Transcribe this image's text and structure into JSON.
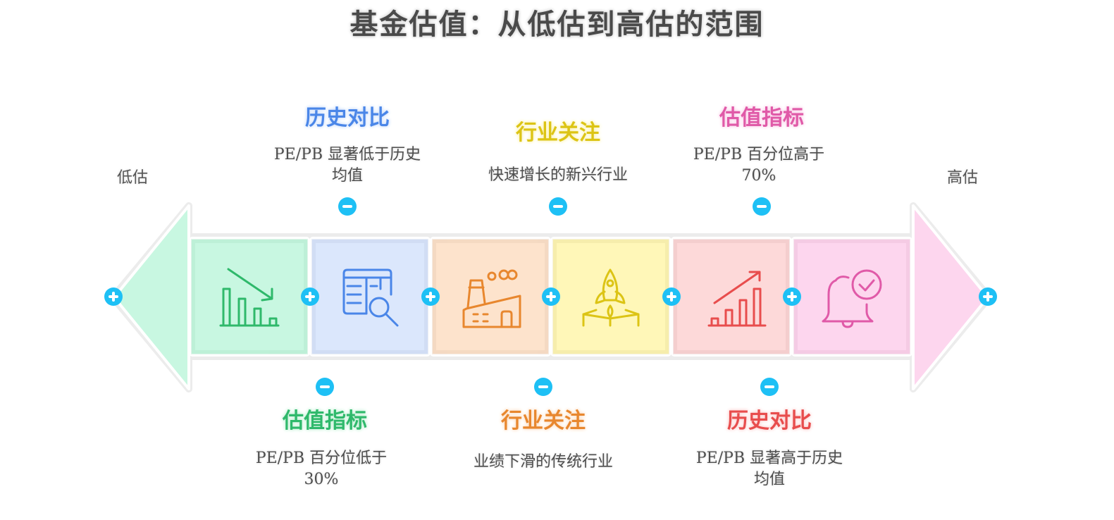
{
  "title": "基金估值：从低估到高估的范围",
  "ends": {
    "left": "低估",
    "right": "高估"
  },
  "top_items": [
    {
      "heading": "历史对比",
      "color": "#4a86e8",
      "glow": "#cfe0fb",
      "desc": [
        "PE/PB 显著低于历史",
        "均值"
      ]
    },
    {
      "heading": "行业关注",
      "color": "#e0c21a",
      "glow": "#fbf3b8",
      "desc": [
        "快速增长的新兴行业"
      ]
    },
    {
      "heading": "估值指标",
      "color": "#e05aa8",
      "glow": "#fad3ea",
      "desc": [
        "PE/PB 百分位高于",
        "70%"
      ]
    }
  ],
  "bottom_items": [
    {
      "heading": "估值指标",
      "color": "#2fb96b",
      "glow": "#c7f1d8",
      "desc": [
        "PE/PB 百分位低于",
        "30%"
      ]
    },
    {
      "heading": "行业关注",
      "color": "#e8872e",
      "glow": "#fbe0c8",
      "desc": [
        "业绩下滑的传统行业"
      ]
    },
    {
      "heading": "历史对比",
      "color": "#e84d4d",
      "glow": "#fbd3d3",
      "desc": [
        "PE/PB 显著高于历史",
        "均值"
      ]
    }
  ],
  "segments": [
    {
      "name": "declining-chart",
      "fill": "#c8f7e1",
      "stroke": "#2fb96b"
    },
    {
      "name": "table-search",
      "fill": "#dbe7fc",
      "stroke": "#4a86e8"
    },
    {
      "name": "factory",
      "fill": "#fde3cc",
      "stroke": "#e8872e"
    },
    {
      "name": "rocket-launch",
      "fill": "#fff7b8",
      "stroke": "#dcc415"
    },
    {
      "name": "rising-chart",
      "fill": "#fdd9d9",
      "stroke": "#e84d4d"
    },
    {
      "name": "bell-check",
      "fill": "#fdd6ee",
      "stroke": "#e05aa8"
    }
  ],
  "colors": {
    "connector": "#1ec0f5",
    "left_arrow": "#c8f7e1",
    "right_arrow": "#fdd6ee"
  }
}
